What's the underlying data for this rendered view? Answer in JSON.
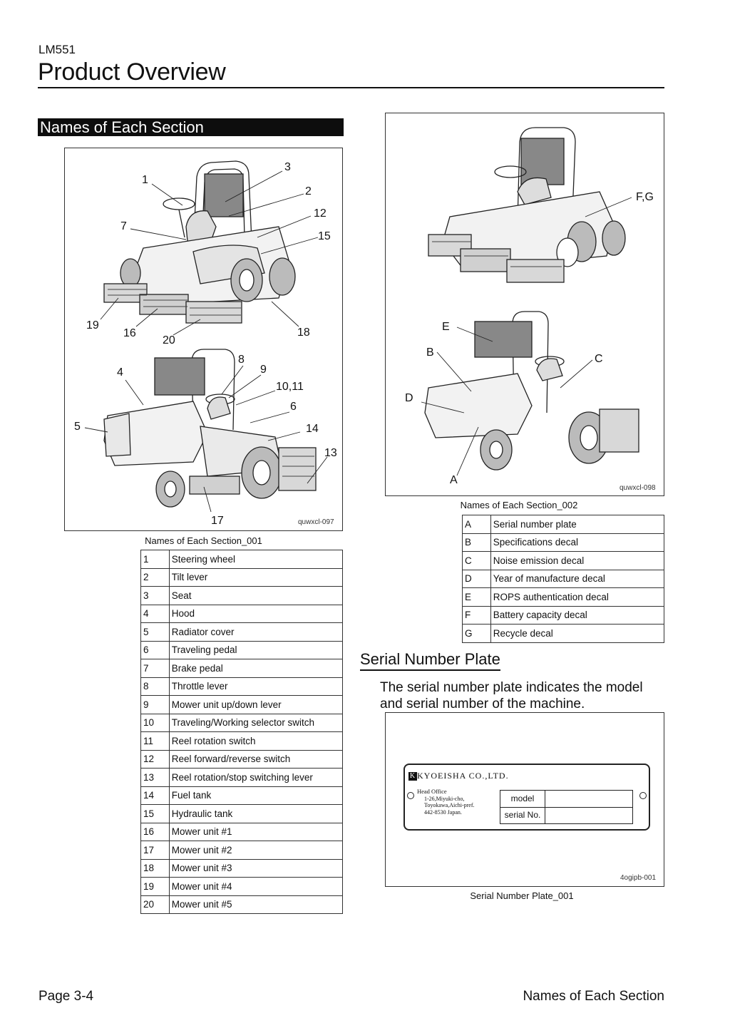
{
  "header": {
    "model": "LM551",
    "title": "Product Overview"
  },
  "section_title": "Names of Each Section",
  "figure1": {
    "code": "quwxcl-097",
    "caption": "Names of Each Section_001",
    "callouts": [
      "1",
      "2",
      "3",
      "7",
      "12",
      "15",
      "19",
      "16",
      "20",
      "18",
      "4",
      "8",
      "9",
      "10,11",
      "6",
      "5",
      "14",
      "13",
      "17"
    ]
  },
  "figure2": {
    "code": "quwxcl-098",
    "caption": "Names of Each Section_002",
    "callouts": [
      "F,G",
      "E",
      "B",
      "C",
      "D",
      "A"
    ]
  },
  "parts_table": [
    {
      "no": "1",
      "name": "Steering wheel"
    },
    {
      "no": "2",
      "name": "Tilt lever"
    },
    {
      "no": "3",
      "name": "Seat"
    },
    {
      "no": "4",
      "name": "Hood"
    },
    {
      "no": "5",
      "name": "Radiator cover"
    },
    {
      "no": "6",
      "name": "Traveling pedal"
    },
    {
      "no": "7",
      "name": "Brake pedal"
    },
    {
      "no": "8",
      "name": "Throttle lever"
    },
    {
      "no": "9",
      "name": "Mower unit up/down lever"
    },
    {
      "no": "10",
      "name": "Traveling/Working selector switch"
    },
    {
      "no": "11",
      "name": "Reel rotation switch"
    },
    {
      "no": "12",
      "name": "Reel forward/reverse switch"
    },
    {
      "no": "13",
      "name": "Reel rotation/stop switching lever"
    },
    {
      "no": "14",
      "name": "Fuel tank"
    },
    {
      "no": "15",
      "name": "Hydraulic tank"
    },
    {
      "no": "16",
      "name": "Mower unit #1"
    },
    {
      "no": "17",
      "name": "Mower unit #2"
    },
    {
      "no": "18",
      "name": "Mower unit #3"
    },
    {
      "no": "19",
      "name": "Mower unit #4"
    },
    {
      "no": "20",
      "name": "Mower unit #5"
    }
  ],
  "decal_table": [
    {
      "no": "A",
      "name": "Serial number plate"
    },
    {
      "no": "B",
      "name": "Specifications decal"
    },
    {
      "no": "C",
      "name": "Noise emission decal"
    },
    {
      "no": "D",
      "name": "Year of manufacture decal"
    },
    {
      "no": "E",
      "name": "ROPS authentication decal"
    },
    {
      "no": "F",
      "name": "Battery capacity decal"
    },
    {
      "no": "G",
      "name": "Recycle decal"
    }
  ],
  "serial_section": {
    "title": "Serial Number Plate",
    "text": "The serial number plate indicates the model and serial number of the machine.",
    "plate": {
      "company": "KYOEISHA CO.,LTD.",
      "office_lines": [
        "Head Office",
        "1-26,Miyuki-cho,",
        "Toyokawa,Aichi-pref.",
        "442-8530 Japan."
      ],
      "model_label": "model",
      "serial_label": "serial No."
    },
    "code": "4ogipb-001",
    "caption": "Serial Number Plate_001"
  },
  "footer": {
    "page": "Page 3-4",
    "section": "Names of Each Section"
  }
}
